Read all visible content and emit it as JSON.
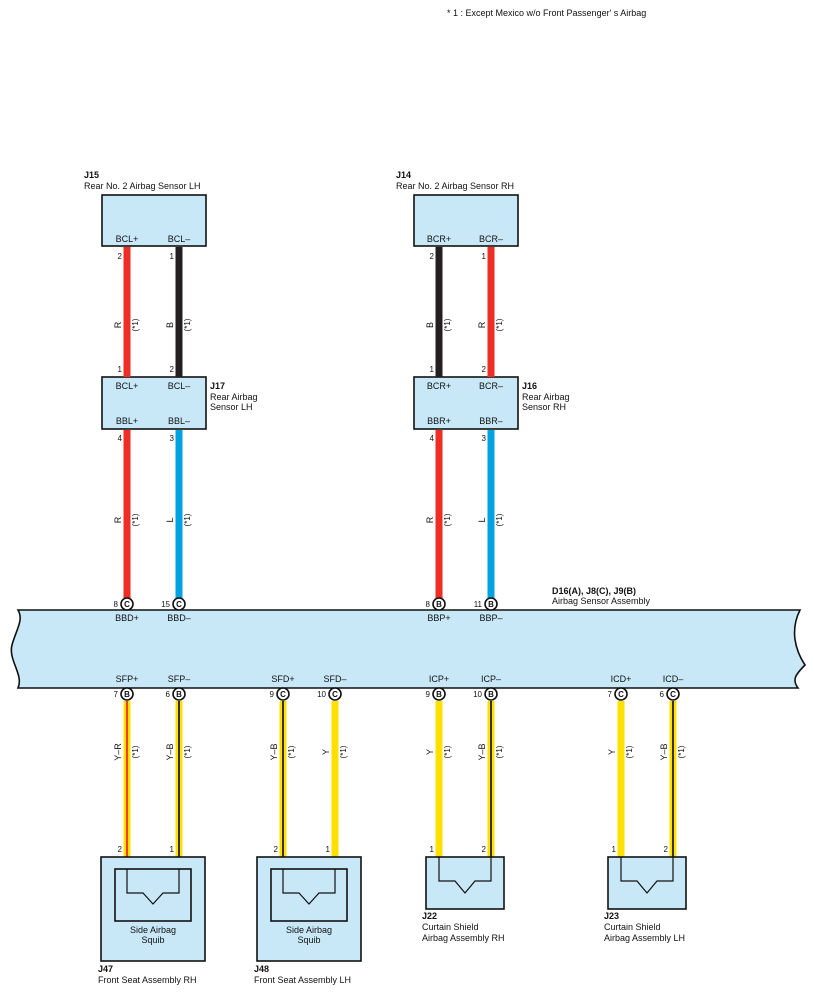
{
  "note": "* 1 : Except Mexico w/o Front Passenger' s Airbag",
  "wire_note": "(*1)",
  "colors": {
    "R": "#ee2e24",
    "B": "#231f20",
    "L": "#00a3e0",
    "Y": "#ffe000",
    "Y-R_stripe": "#ee2e24",
    "Y-B_stripe": "#231f20",
    "fill": "#c8e8f8"
  },
  "main_unit": {
    "id": "D16(A), J8(C), J9(B)",
    "name": "Airbag Sensor Assembly"
  },
  "sensors": [
    {
      "id": "J15",
      "name": "Rear No. 2 Airbag Sensor LH",
      "pins": [
        "BCL+",
        "BCL–"
      ]
    },
    {
      "id": "J14",
      "name": "Rear No. 2 Airbag Sensor RH",
      "pins": [
        "BCR+",
        "BCR–"
      ]
    }
  ],
  "relays": [
    {
      "id": "J17",
      "name1": "Rear Airbag",
      "name2": "Sensor LH",
      "top_pins": [
        "BCL+",
        "BCL–"
      ],
      "bottom_pins": [
        "BBL+",
        "BBL–"
      ]
    },
    {
      "id": "J16",
      "name1": "Rear Airbag",
      "name2": "Sensor RH",
      "top_pins": [
        "BCR+",
        "BCR–"
      ],
      "bottom_pins": [
        "BBR+",
        "BBR–"
      ]
    }
  ],
  "upper_wires": [
    {
      "top_pin": "2",
      "bot_pin": "1",
      "color_label": "R"
    },
    {
      "top_pin": "1",
      "bot_pin": "2",
      "color_label": "B"
    },
    {
      "top_pin": "2",
      "bot_pin": "1",
      "color_label": "B"
    },
    {
      "top_pin": "1",
      "bot_pin": "2",
      "color_label": "R"
    }
  ],
  "mid_wires": [
    {
      "top_pin": "4",
      "color_label": "R",
      "ecu_pin": "8",
      "conn": "C",
      "signal": "BBD+"
    },
    {
      "top_pin": "3",
      "color_label": "L",
      "ecu_pin": "15",
      "conn": "C",
      "signal": "BBD–"
    },
    {
      "top_pin": "4",
      "color_label": "R",
      "ecu_pin": "8",
      "conn": "B",
      "signal": "BBP+"
    },
    {
      "top_pin": "3",
      "color_label": "L",
      "ecu_pin": "11",
      "conn": "B",
      "signal": "BBP–"
    }
  ],
  "lower_wires": [
    {
      "signal": "SFP+",
      "ecu_pin": "7",
      "conn": "B",
      "color_label": "Y–R",
      "end_pin": "2"
    },
    {
      "signal": "SFP–",
      "ecu_pin": "6",
      "conn": "B",
      "color_label": "Y–B",
      "end_pin": "1"
    },
    {
      "signal": "SFD+",
      "ecu_pin": "9",
      "conn": "C",
      "color_label": "Y–B",
      "end_pin": "2"
    },
    {
      "signal": "SFD–",
      "ecu_pin": "10",
      "conn": "C",
      "color_label": "Y",
      "end_pin": "1"
    },
    {
      "signal": "ICP+",
      "ecu_pin": "9",
      "conn": "B",
      "color_label": "Y",
      "end_pin": "1"
    },
    {
      "signal": "ICP–",
      "ecu_pin": "10",
      "conn": "B",
      "color_label": "Y–B",
      "end_pin": "2"
    },
    {
      "signal": "ICD+",
      "ecu_pin": "7",
      "conn": "C",
      "color_label": "Y",
      "end_pin": "1"
    },
    {
      "signal": "ICD–",
      "ecu_pin": "6",
      "conn": "C",
      "color_label": "Y–B",
      "end_pin": "2"
    }
  ],
  "squibs": [
    {
      "id": "J47",
      "name": "Front Seat Assembly RH",
      "inner1": "Side Airbag",
      "inner2": "Squib"
    },
    {
      "id": "J48",
      "name": "Front Seat Assembly LH",
      "inner1": "Side Airbag",
      "inner2": "Squib"
    }
  ],
  "curtains": [
    {
      "id": "J22",
      "name1": "Curtain Shield",
      "name2": "Airbag Assembly RH"
    },
    {
      "id": "J23",
      "name1": "Curtain Shield",
      "name2": "Airbag Assembly LH"
    }
  ]
}
